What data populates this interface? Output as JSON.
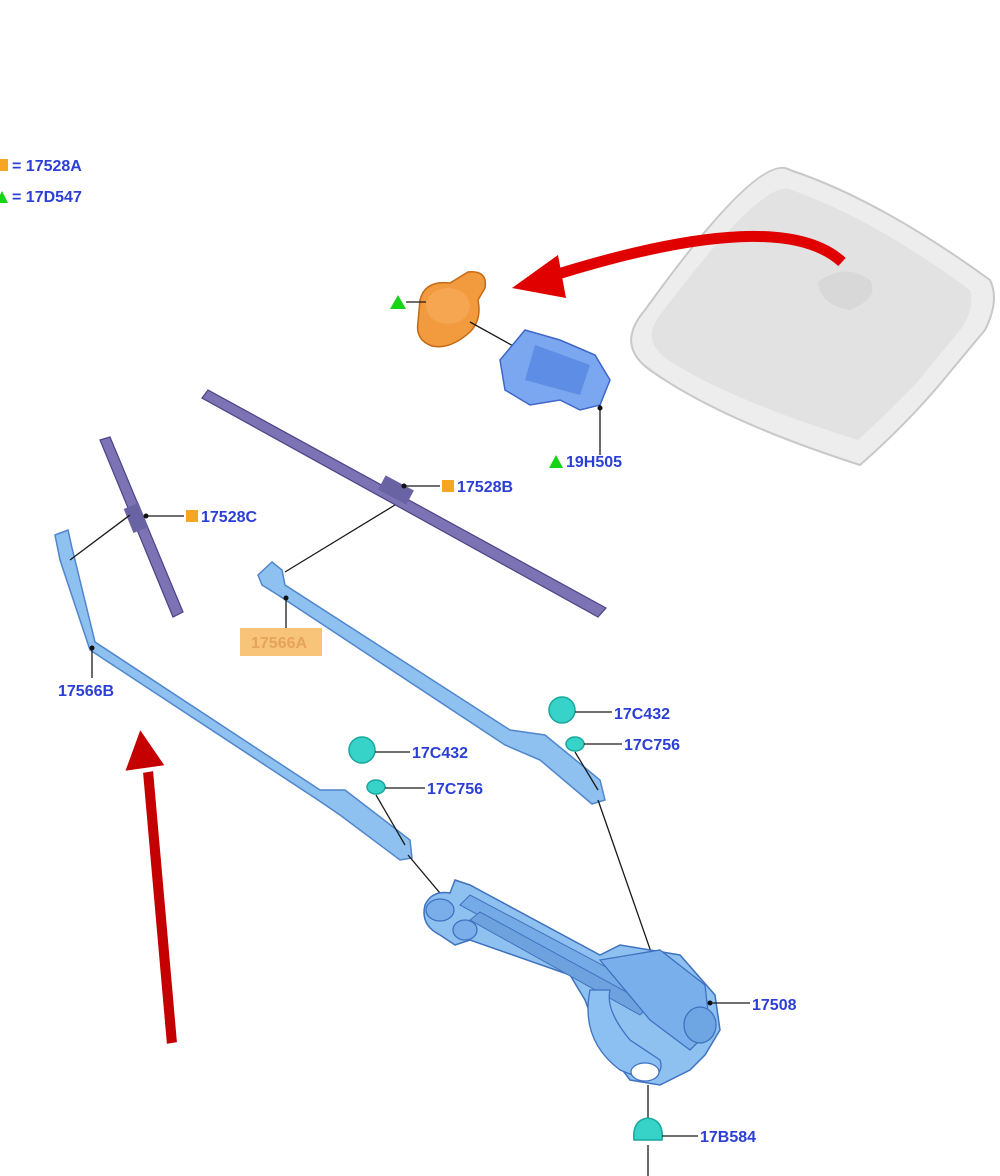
{
  "legend": [
    {
      "symbol": "orange-square",
      "text": "= 17528A"
    },
    {
      "symbol": "green-triangle",
      "text": "= 17D547"
    }
  ],
  "callouts": {
    "sensor_bracket": "19H505",
    "blade_right": "17528B",
    "blade_left": "17528C",
    "arm_right": "17566A",
    "arm_left": "17566B",
    "nut_cap_right": "17C432",
    "nut_right": "17C756",
    "nut_cap_left": "17C432",
    "nut_left": "17C756",
    "motor_linkage": "17508",
    "cowl_grommet": "17B584"
  },
  "colors": {
    "callout_text": "#2b3fd6",
    "highlight_box": "#f7c47a",
    "orange_marker": "#f5a623",
    "green_marker": "#17d417",
    "part_blue": "#7fb2ea",
    "blade_purple": "#7b73b4",
    "arrow_red": "#e00000",
    "sensor_orange": "#f19a3e",
    "fastener_teal": "#38d3c8"
  }
}
